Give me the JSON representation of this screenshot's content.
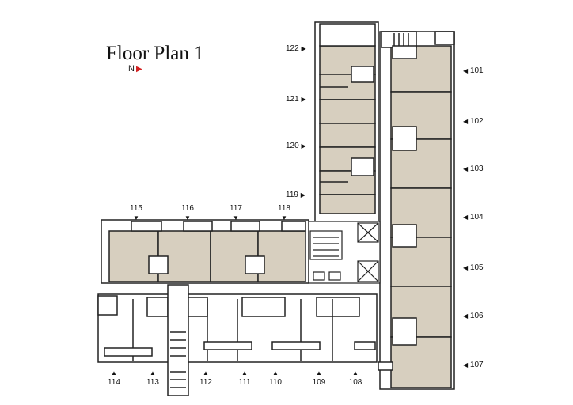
{
  "title": "Floor Plan 1",
  "north_label": "N",
  "colors": {
    "unit_fill": "#d7cfbf",
    "wall": "#222222",
    "north_arrow": "#d42020",
    "background": "#ffffff"
  },
  "units": {
    "u101": "101",
    "u102": "102",
    "u103": "103",
    "u104": "104",
    "u105": "105",
    "u106": "106",
    "u107": "107",
    "u108": "108",
    "u109": "109",
    "u110": "110",
    "u111": "111",
    "u112": "112",
    "u113": "113",
    "u114": "114",
    "u115": "115",
    "u116": "116",
    "u117": "117",
    "u118": "118",
    "u119": "119",
    "u120": "120",
    "u121": "121",
    "u122": "122"
  }
}
